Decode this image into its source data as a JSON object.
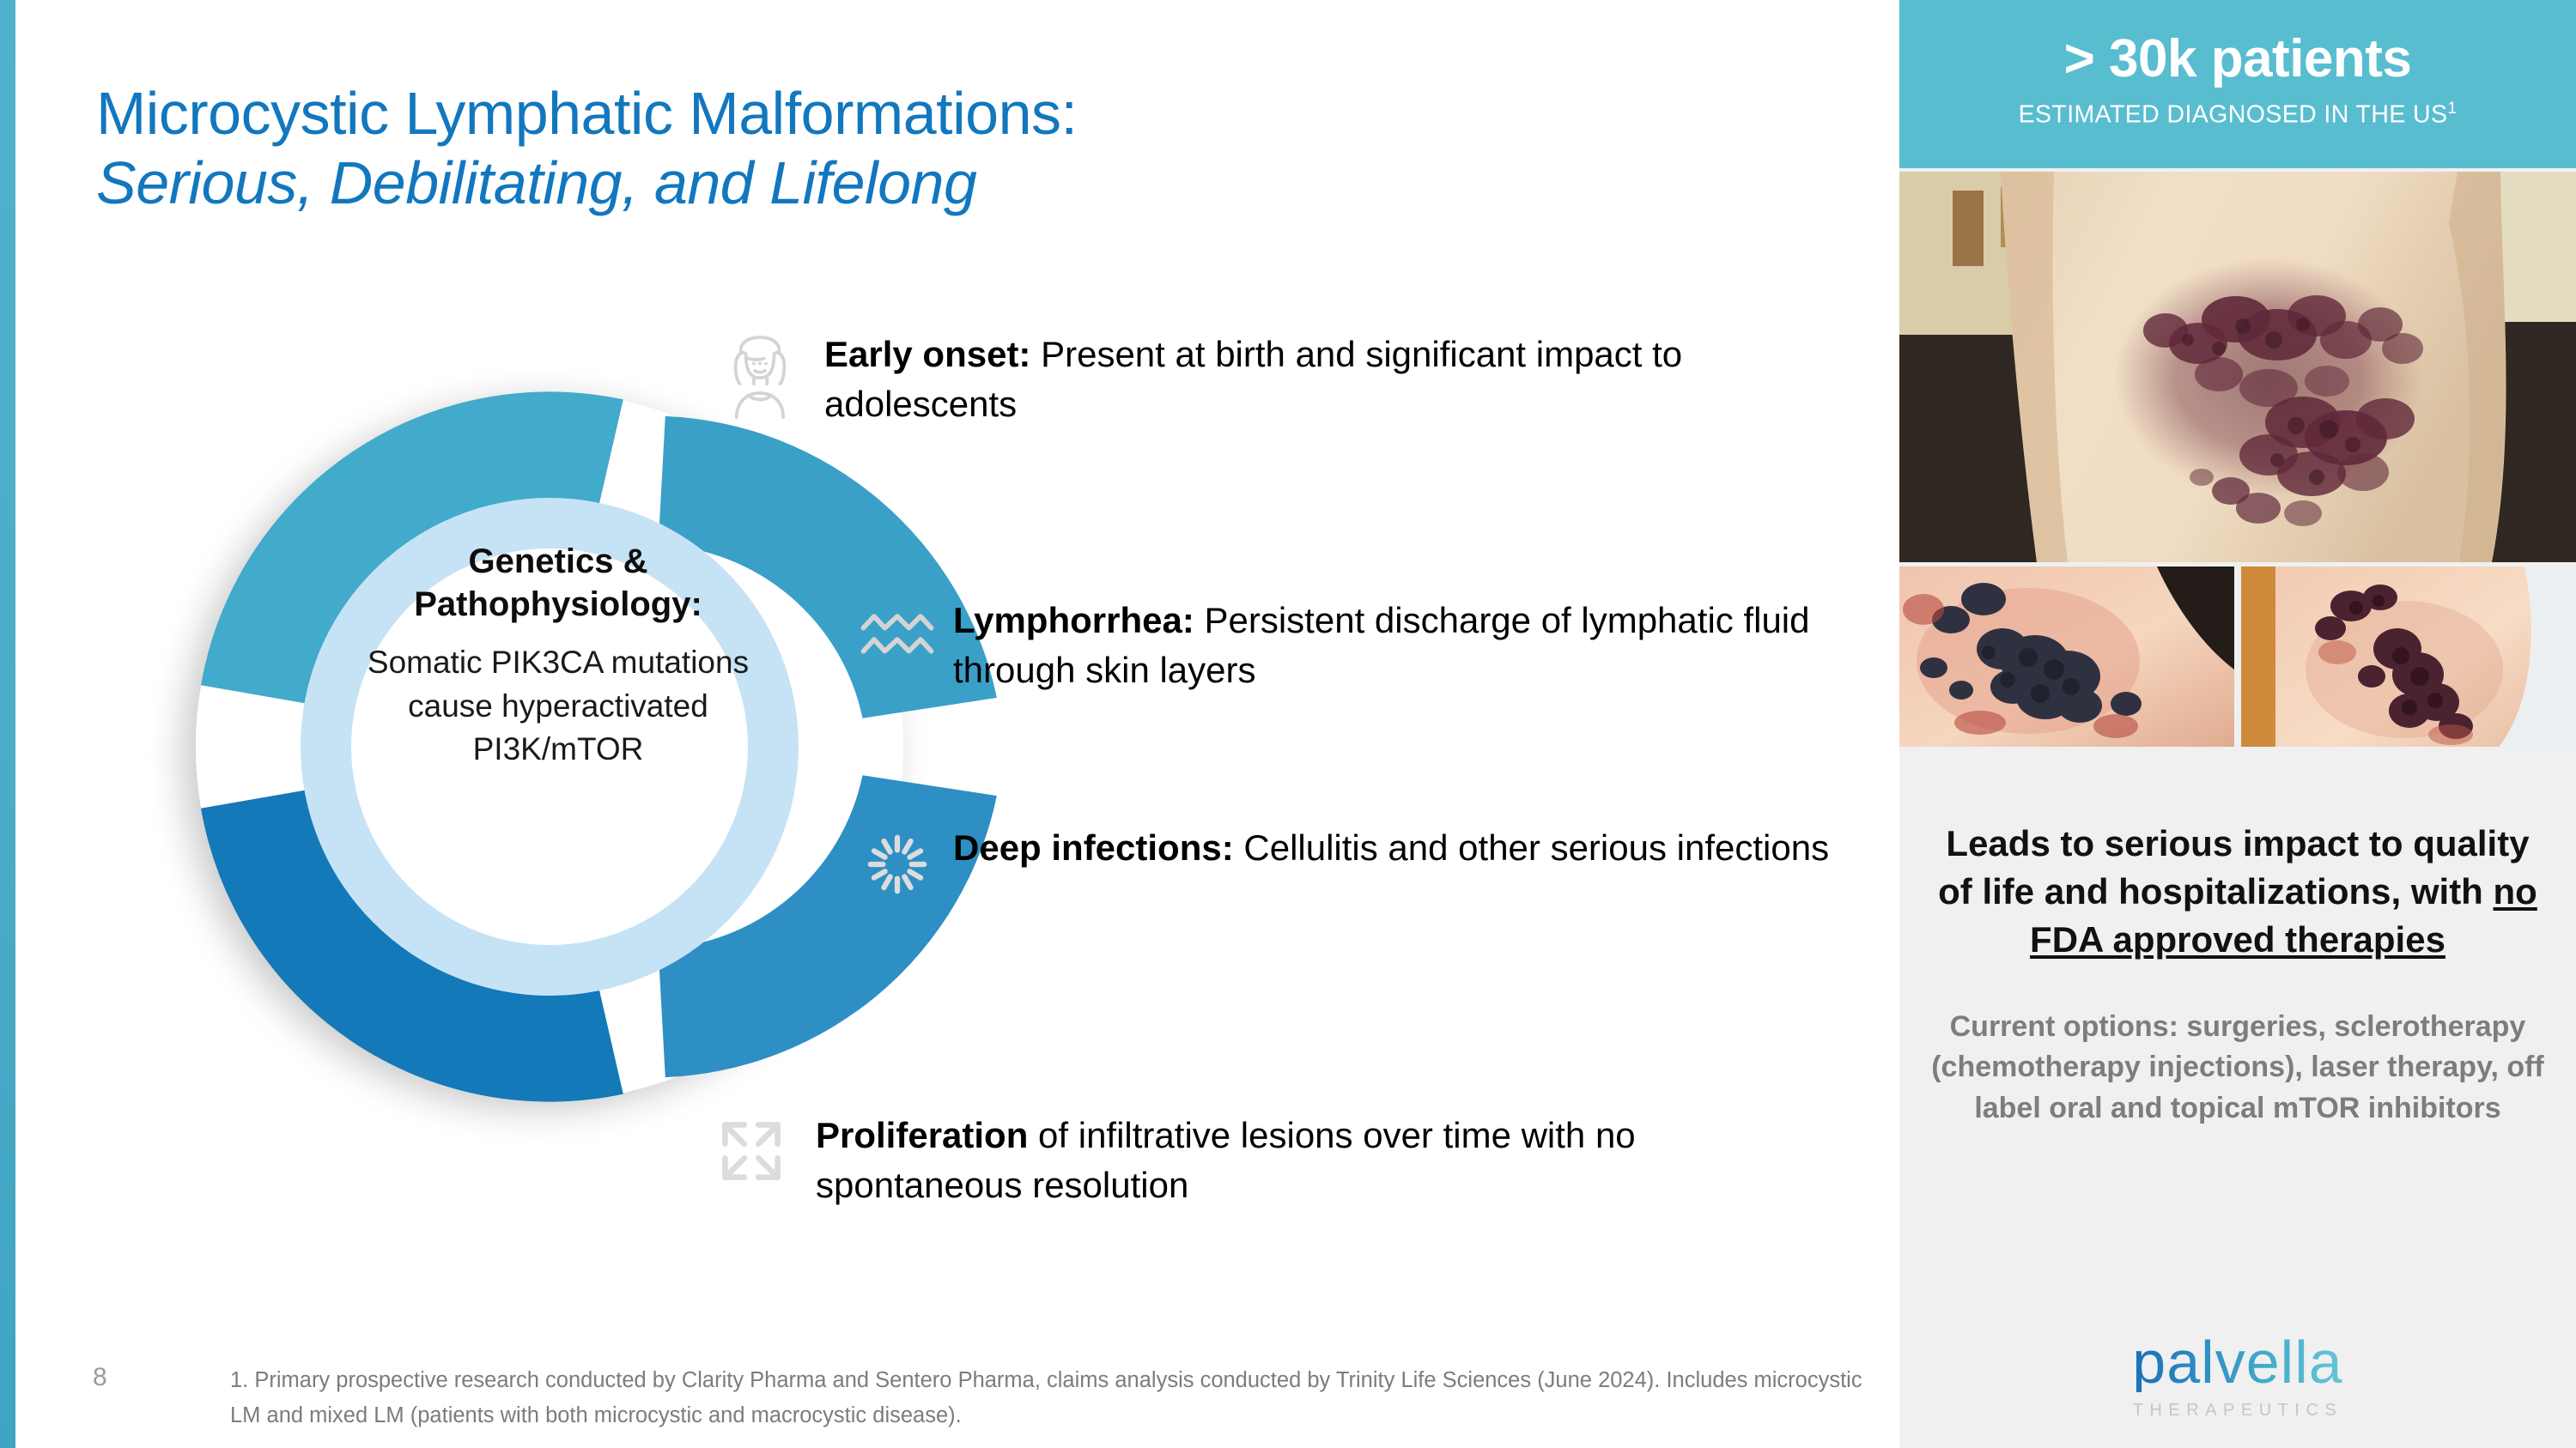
{
  "title": {
    "line1": "Microcystic Lymphatic Malformations:",
    "line2": "Serious, Debilitating, and Lifelong",
    "color": "#1277BE"
  },
  "diagram": {
    "center": {
      "heading": "Genetics & Pathophysiology:",
      "body": "Somatic PIK3CA mutations cause hyperactivated PI3K/mTOR"
    },
    "segment_colors": [
      "#42AACB",
      "#3AA0C8",
      "#2E8FC4",
      "#1379B8"
    ],
    "inner_ring_color": "#C6E3F5",
    "center_fill": "#FFFFFF"
  },
  "bullets": [
    {
      "icon": "girl-child-icon",
      "lead": "Early onset:",
      "rest": " Present at birth and significant impact to adolescents"
    },
    {
      "icon": "waves-icon",
      "lead": "Lymphorrhea:",
      "rest": " Persistent discharge of lymphatic fluid through skin layers"
    },
    {
      "icon": "infection-burst-icon",
      "lead": "Deep infections:",
      "rest": " Cellulitis and other serious infections"
    },
    {
      "icon": "expand-arrows-icon",
      "lead": "Proliferation",
      "rest": " of infiltrative lesions over time with no spontaneous resolution"
    }
  ],
  "footer": {
    "page_number": "8",
    "footnote": "1. Primary prospective research conducted by Clarity Pharma and Sentero Pharma, claims analysis conducted by Trinity Life Sciences (June 2024). Includes microcystic LM and mixed LM (patients with both microcystic and macrocystic disease)."
  },
  "right_panel": {
    "header": {
      "stat": "> 30k patients",
      "caption": "ESTIMATED DIAGNOSED IN THE US",
      "caption_superscript": "1",
      "background_color": "#59BDD0"
    },
    "photos": [
      {
        "name": "clinical-photo-thigh-lesion"
      },
      {
        "name": "clinical-photo-closeup-left"
      },
      {
        "name": "clinical-photo-closeup-right"
      }
    ],
    "impact_text_parts": {
      "plain": "Leads to serious impact to quality of life and hospitalizations, with ",
      "underlined": "no FDA approved therapies"
    },
    "current_options": "Current options: surgeries, sclerotherapy (chemotherapy injections), laser therapy, off label oral and topical mTOR inhibitors",
    "logo": {
      "word": "palvella",
      "subtitle": "THERAPEUTICS"
    }
  }
}
